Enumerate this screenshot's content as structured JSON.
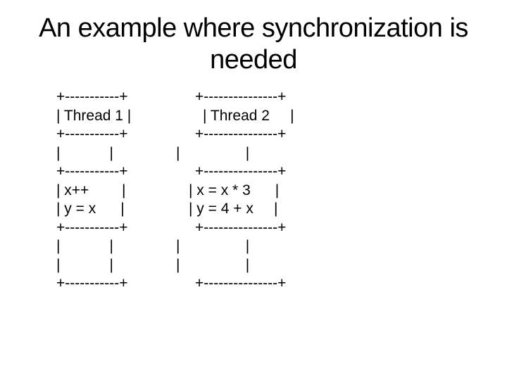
{
  "slide": {
    "title": {
      "line1": "An example where synchronization is",
      "line2": "needed"
    },
    "colors": {
      "background": "#ffffff",
      "text": "#000000"
    },
    "diagram": {
      "lines": [
        {
          "left": "+-----------+",
          "right": "+---------------+"
        },
        {
          "left": "| Thread 1 |",
          "right": "| Thread 2     |"
        },
        {
          "left": "+-----------+",
          "right": "+---------------+"
        },
        {
          "left": "|            |",
          "right": "|                |"
        },
        {
          "left": "+-----------+",
          "right": "+---------------+"
        },
        {
          "left": "| x++        |",
          "right": "| x = x * 3      |"
        },
        {
          "left": "| y = x      |",
          "right": "| y = 4 + x     |"
        },
        {
          "left": "+-----------+",
          "right": "+---------------+"
        },
        {
          "left": "|            |",
          "right": "|                |"
        },
        {
          "left": "|            |",
          "right": "|                |"
        },
        {
          "left": "+-----------+",
          "right": "+---------------+"
        }
      ]
    }
  }
}
